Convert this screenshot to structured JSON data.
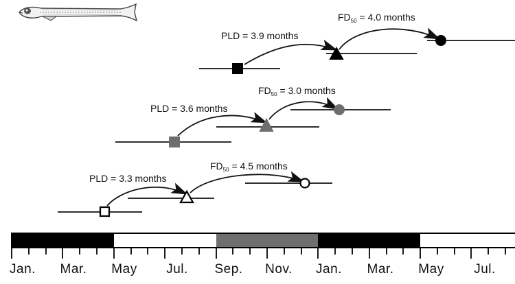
{
  "colors": {
    "black": "#000000",
    "grey": "#6e6e6e",
    "white": "#ffffff",
    "line": "#111111"
  },
  "icons": {
    "fish": "larval-fish-icon"
  },
  "series": [
    {
      "row": "top",
      "color": "#000000",
      "pld_label": "PLD = 3.9 months",
      "fd_prefix": "FD",
      "fd_sub": "50",
      "fd_suffix": " = 4.0 months",
      "markers": [
        "square",
        "triangle",
        "circle"
      ]
    },
    {
      "row": "middle",
      "color": "#6e6e6e",
      "pld_label": "PLD = 3.6 months",
      "fd_prefix": "FD",
      "fd_sub": "50",
      "fd_suffix": " = 3.0 months",
      "markers": [
        "square",
        "triangle",
        "circle"
      ]
    },
    {
      "row": "bottom",
      "color": "#ffffff",
      "pld_label": "PLD = 3.3 months",
      "fd_prefix": "FD",
      "fd_sub": "50",
      "fd_suffix": " = 4.5 months",
      "markers": [
        "square",
        "triangle",
        "circle"
      ]
    }
  ],
  "timeline": {
    "segments": [
      {
        "color": "#000000"
      },
      {
        "color": "#ffffff"
      },
      {
        "color": "#6e6e6e"
      },
      {
        "color": "#000000"
      },
      {
        "color": "#ffffff"
      }
    ],
    "month_labels": [
      "Jan.",
      "Mar.",
      "May",
      "Jul.",
      "Sep.",
      "Nov.",
      "Jan.",
      "Mar.",
      "May",
      "Jul."
    ]
  }
}
